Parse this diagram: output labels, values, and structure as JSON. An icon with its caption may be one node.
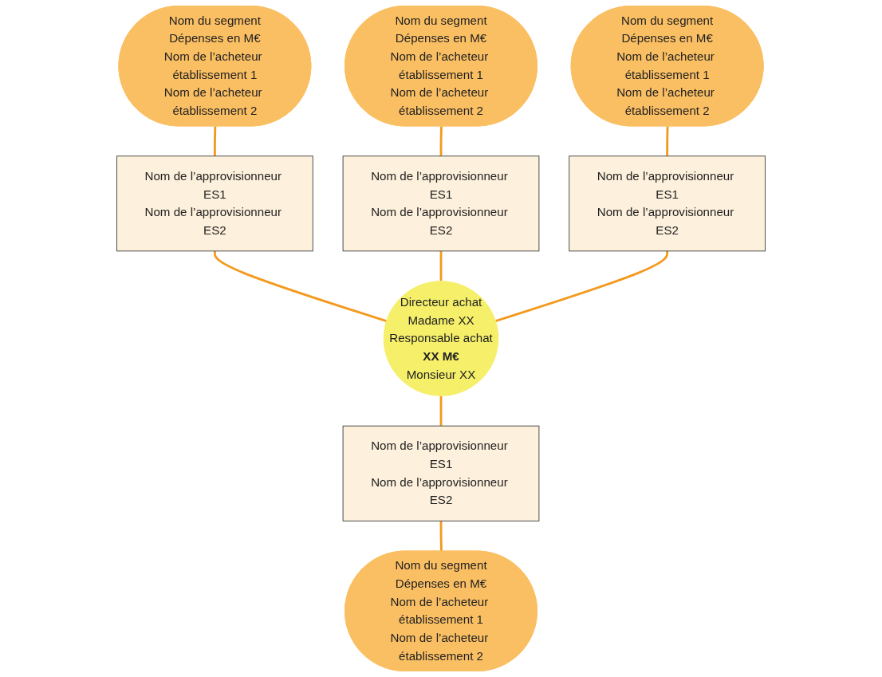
{
  "diagram": {
    "nodes": [
      {
        "text": [
          "Nom du segment",
          "Dépenses en M€",
          "Nom de l’acheteur établissement 1",
          "Nom de l’acheteur établissement 2"
        ]
      },
      {
        "text": [
          "Nom du segment",
          "Dépenses en M€",
          "Nom de l’acheteur établissement 1",
          "Nom de l’acheteur établissement 2"
        ]
      },
      {
        "text": [
          "Nom de l’approvisionneur ES1",
          "Nom de l’approvisionneur ES2"
        ]
      },
      {
        "text": [
          "Nom de l’approvisionneur ES1",
          "Nom de l’approvisionneur ES2"
        ]
      },
      {
        "text": [
          "Nom du segment",
          "Dépenses en M€",
          "Nom de l’acheteur établissement 1",
          "Nom de l’acheteur établissement 2"
        ]
      },
      {
        "text": [
          "Nom de l’approvisionneur ES1",
          "Nom de l’approvisionneur ES2"
        ]
      },
      {
        "text": [
          "Directeur achat",
          "Madame XX",
          "Responsable achat",
          "XX M€",
          "Monsieur XX"
        ]
      },
      {
        "text": [
          "Nom de l’approvisionneur ES1",
          "Nom de l’approvisionneur ES2"
        ]
      },
      {
        "text": [
          "Nom du segment",
          "Dépenses en M€",
          "Nom de l’acheteur établissement 1",
          "Nom de l’acheteur établissement 2"
        ]
      }
    ],
    "edges": [
      {
        "from": 0,
        "to": 3,
        "arrow": "none"
      },
      {
        "from": 3,
        "to": 6,
        "arrow": "none"
      },
      {
        "from": 1,
        "to": 2,
        "arrow": "none"
      },
      {
        "from": 2,
        "to": 6,
        "arrow": "none"
      },
      {
        "from": 4,
        "to": 5,
        "arrow": "none"
      },
      {
        "from": 5,
        "to": 6,
        "arrow": "none"
      },
      {
        "from": 6,
        "to": 7,
        "arrow": "none"
      },
      {
        "from": 7,
        "to": 8,
        "arrow": "none"
      }
    ]
  }
}
